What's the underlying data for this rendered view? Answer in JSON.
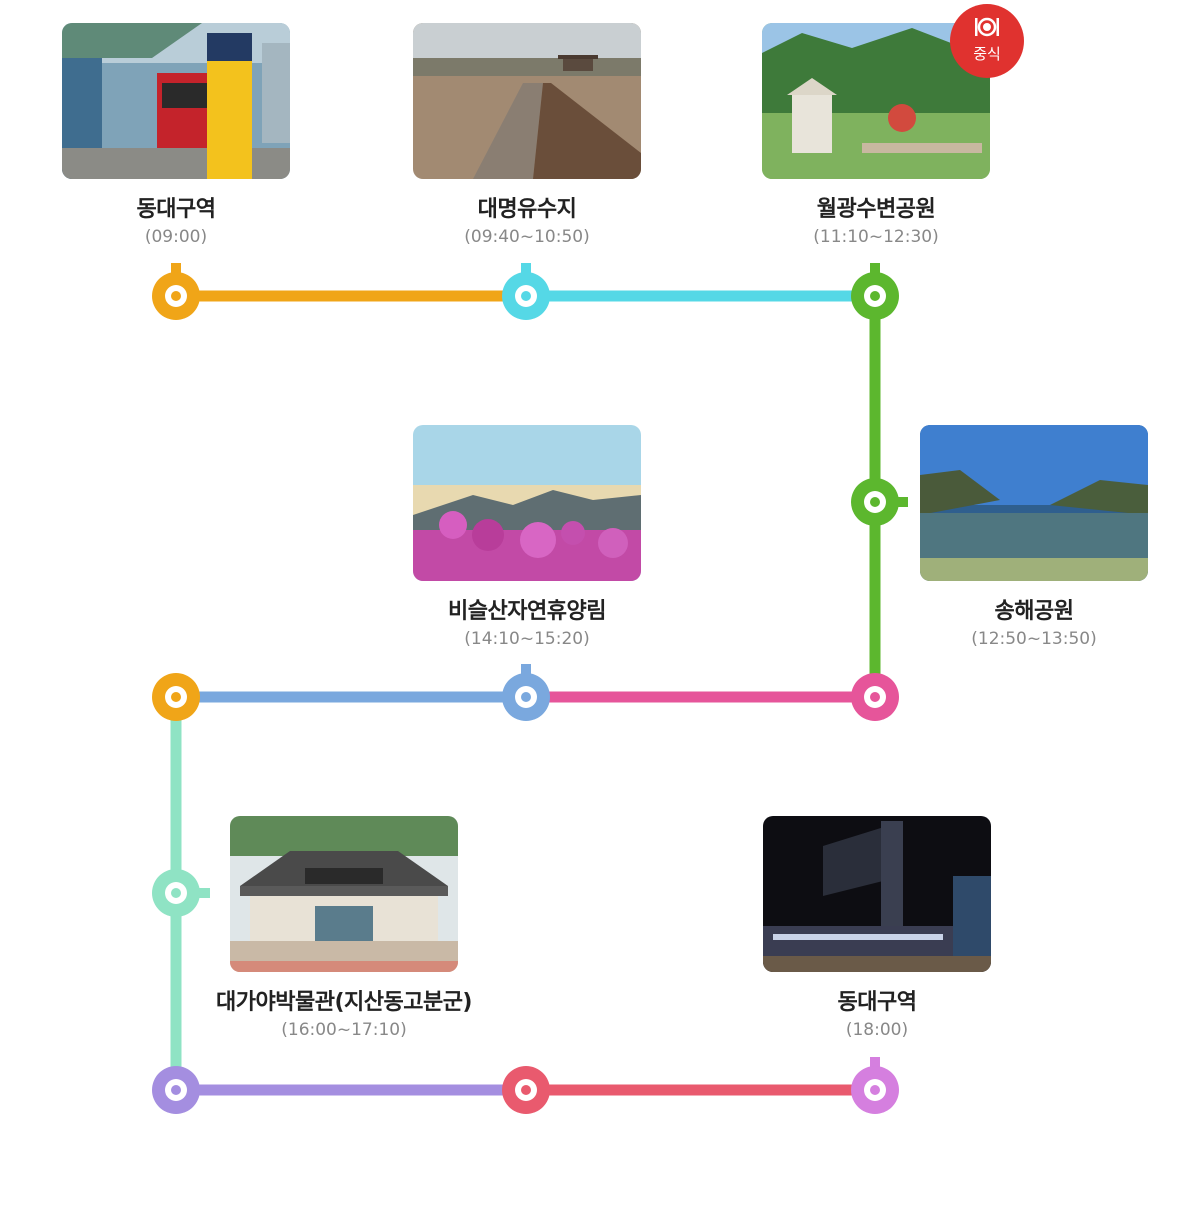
{
  "stops": [
    {
      "name": "동대구역",
      "time": "(09:00)",
      "photo_icon": "bus-station-photo",
      "color": "#f0a518"
    },
    {
      "name": "대명유수지",
      "time": "(09:40~10:50)",
      "photo_icon": "wetland-boardwalk-photo",
      "color": "#55d8e6"
    },
    {
      "name": "월광수변공원",
      "time": "(11:10~12:30)",
      "photo_icon": "waterside-park-photo",
      "color": "#5cb72e"
    },
    {
      "name": "송해공원",
      "time": "(12:50~13:50)",
      "photo_icon": "lake-park-photo",
      "color": "#5cb72e"
    },
    {
      "name": "비슬산자연휴양림",
      "time": "(14:10~15:20)",
      "photo_icon": "azalea-mountain-photo",
      "color": "#7aa8de"
    },
    {
      "name": "대가야박물관(지산동고분군)",
      "time": "(16:00~17:10)",
      "photo_icon": "museum-gate-photo",
      "color": "#8fe3c4"
    },
    {
      "name": "동대구역",
      "time": "(18:00)",
      "photo_icon": "station-night-photo",
      "color": "#d57fdf"
    }
  ],
  "lunch_badge": {
    "label": "중식",
    "icon": "dish-cutlery-icon",
    "color": "#e0322f"
  },
  "line_colors": {
    "orange": "#f0a518",
    "cyan": "#55d8e6",
    "green": "#5cb72e",
    "pink": "#e6559a",
    "blue": "#7aa8de",
    "mint": "#8fe3c4",
    "purple": "#a48ee0",
    "red": "#e95a6e",
    "violet": "#d57fdf"
  }
}
